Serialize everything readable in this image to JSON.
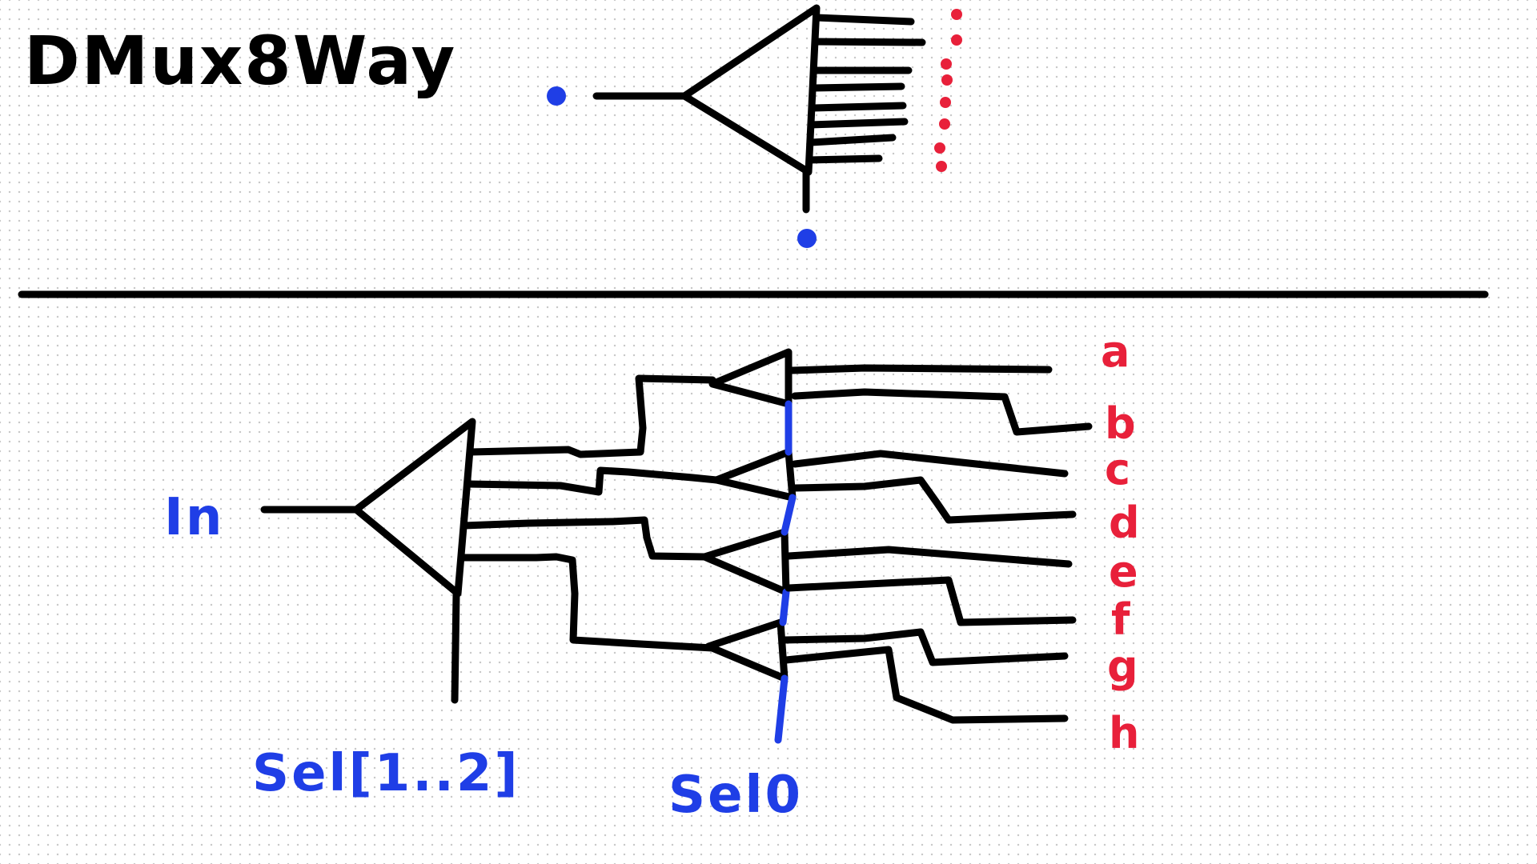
{
  "title": "DMux8Way",
  "input_label": "In",
  "sel_high_label": "Sel[1..2]",
  "sel_low_label": "Sel0",
  "outputs": [
    "a",
    "b",
    "c",
    "d",
    "e",
    "f",
    "g",
    "h"
  ],
  "colors": {
    "ink": "#000000",
    "input": "#1f3ee6",
    "output": "#e8203a"
  }
}
